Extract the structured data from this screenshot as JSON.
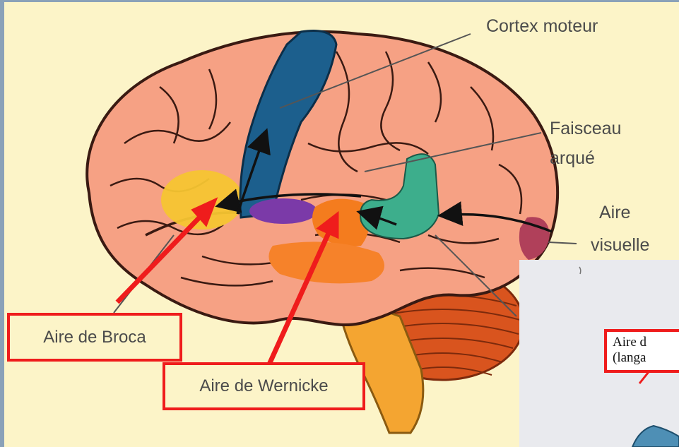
{
  "labels": {
    "cortex_moteur": "Cortex moteur",
    "faisceau_line1": "Faisceau",
    "faisceau_line2": "arqué",
    "aire_visuelle_line1": "Aire",
    "aire_visuelle_line2": "visuelle",
    "aire_broca": "Aire de Broca",
    "aire_wernicke": "Aire de Wernicke"
  },
  "inset": {
    "label_line1": "Aire d",
    "label_line2": "(langa"
  },
  "colors": {
    "brain": "#f6a184",
    "motor_cortex": "#1c5f8d",
    "broca": "#f6c531",
    "wernicke": "#f47c1e",
    "angular_gyrus": "#3dae8c",
    "visual_area": "#b0405a",
    "cerebellum": "#d9541e",
    "highlight_box": "#ef1c1c",
    "background": "#fcf4c8"
  }
}
